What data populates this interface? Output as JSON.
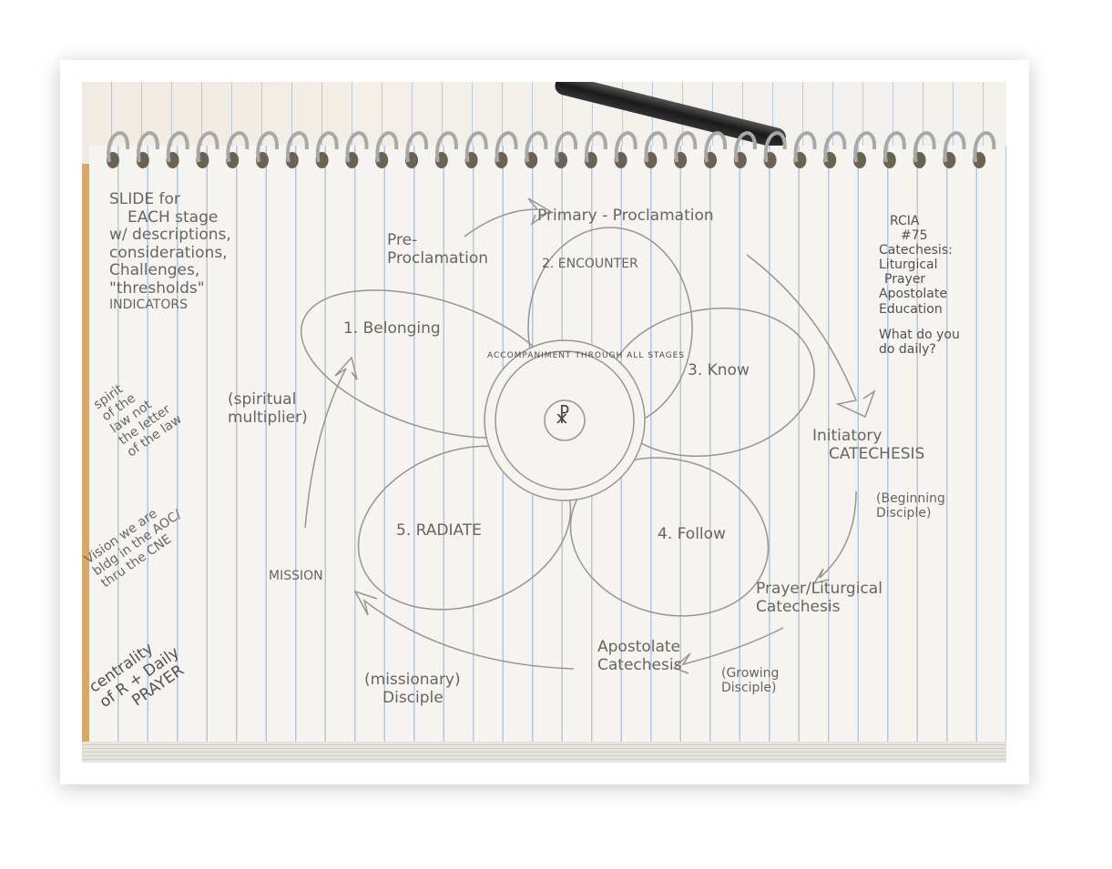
{
  "left_notes": {
    "slide_note": [
      "SLIDE for",
      "EACH stage",
      "w/ descriptions,",
      "considerations,",
      "Challenges,",
      "\"thresholds\"",
      "INDICATORS"
    ],
    "spirit_note": [
      "spirit",
      "of the",
      "law not",
      "the letter",
      "of the law"
    ],
    "vision_note": [
      "Vision we are",
      "bldg in the AOC/",
      "thru the CNE"
    ],
    "centrality_note": [
      "centrality",
      "of R + Daily",
      "PRAYER"
    ]
  },
  "right_notes": [
    "RCIA",
    "#75",
    "Catechesis:",
    "Liturgical",
    "Prayer",
    "Apostolate",
    "Education",
    "What do you",
    "do daily?"
  ],
  "diagram": {
    "pre_proclamation": [
      "Pre-",
      "Proclamation"
    ],
    "primary_proclamation": "Primary - Proclamation",
    "petals": [
      "1. Belonging",
      "2. ENCOUNTER",
      "3. Know",
      "4. Follow",
      "5. RADIATE"
    ],
    "center_ring_text": "ACCOMPANIMENT THROUGH ALL STAGES",
    "center_symbol": "☧",
    "initiatory": [
      "Initiatory",
      "CATECHESIS"
    ],
    "beginning_disciple": "(Beginning Disciple)",
    "prayer_liturgical": [
      "Prayer/Liturgical",
      "Catechesis"
    ],
    "growing_disciple": "(Growing Disciple)",
    "apostolate": [
      "Apostolate",
      "Catechesis"
    ],
    "missionary_disciple": [
      "(missionary)",
      "Disciple"
    ],
    "mission": "MISSION",
    "spiritual_multiplier": [
      "(spiritual",
      "multiplier)"
    ]
  }
}
